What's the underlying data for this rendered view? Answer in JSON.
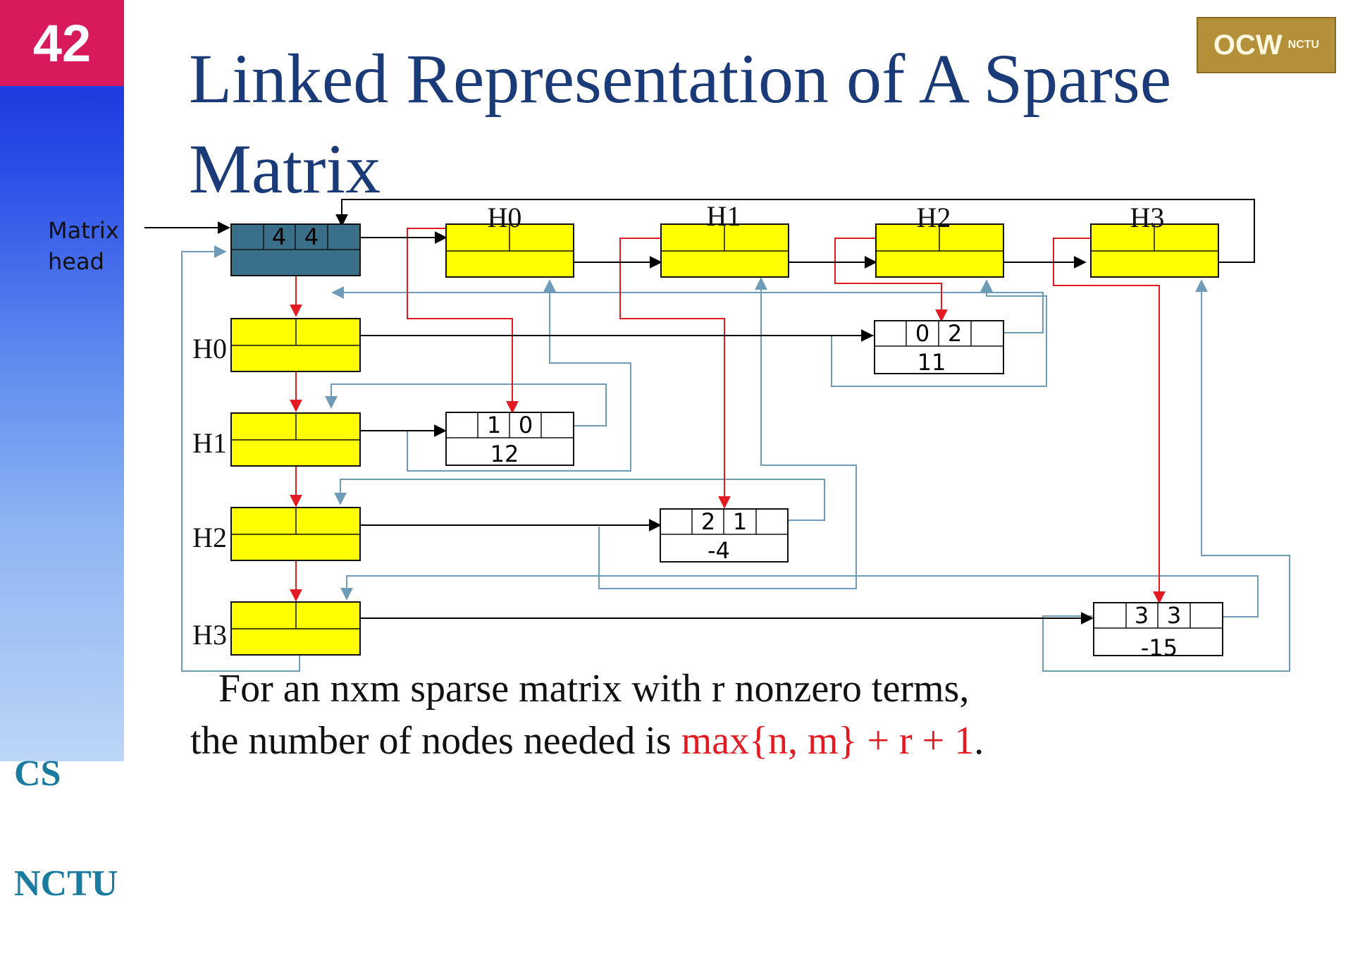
{
  "slide": {
    "number": "42"
  },
  "sidebar": {
    "cs": "CS",
    "nctu": "NCTU"
  },
  "title": "Linked Representation of A Sparse Matrix",
  "logo": {
    "text": "OCW",
    "sub": "NCTU"
  },
  "diagram": {
    "matrix_head_label": [
      "Matrix",
      "head"
    ],
    "matrix_head_values": [
      "4",
      "4"
    ],
    "column_heads": [
      "H0",
      "H1",
      "H2",
      "H3"
    ],
    "row_heads": [
      "H0",
      "H1",
      "H2",
      "H3"
    ],
    "entries": [
      {
        "row": "0",
        "col": "2",
        "value": "11"
      },
      {
        "row": "1",
        "col": "0",
        "value": "12"
      },
      {
        "row": "2",
        "col": "1",
        "value": "-4"
      },
      {
        "row": "3",
        "col": "3",
        "value": "-15"
      }
    ],
    "colors": {
      "head_node": "#3a6f8a",
      "header_node": "#ffff00",
      "down_link": "#e21b23",
      "right_link": "#000000",
      "wrap_link": "#6e9cb8",
      "title": "#1a3a78"
    }
  },
  "footer": {
    "line1": "For an nxm sparse matrix with r nonzero terms,",
    "line2_prefix": "the number  of nodes needed is ",
    "line2_formula": "max{n,  m}  + r + 1",
    "line2_suffix": "."
  }
}
